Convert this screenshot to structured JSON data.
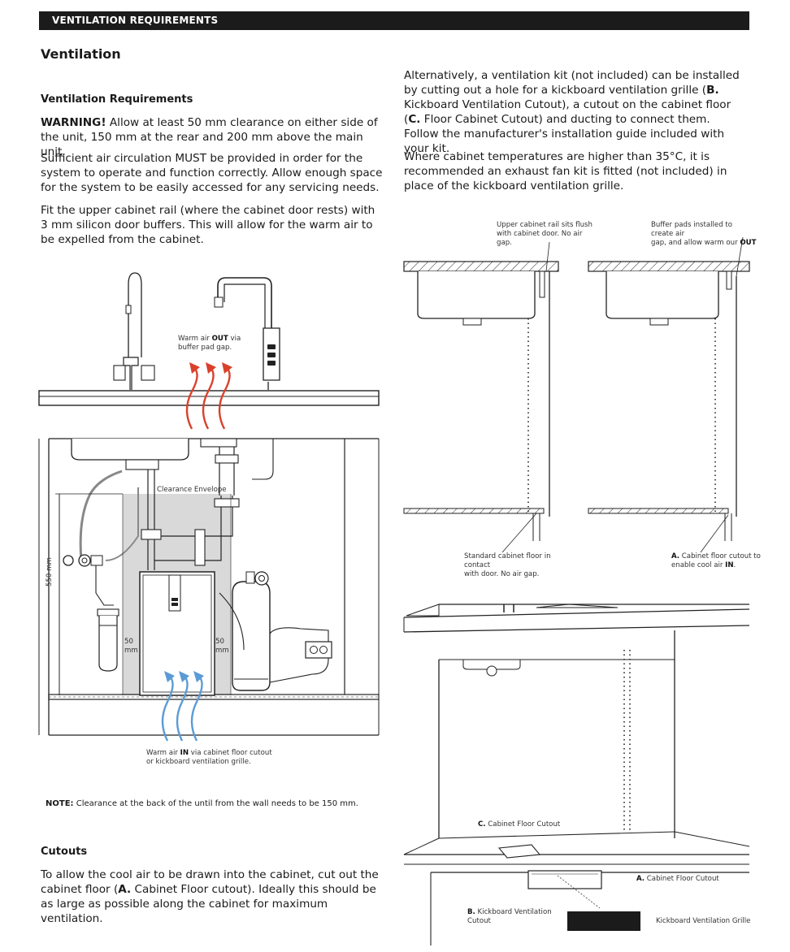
{
  "header": {
    "section_label": "VENTILATION REQUIREMENTS"
  },
  "title": "Ventilation",
  "requirements": {
    "heading": "Ventilation Requirements",
    "warning_strong": "WARNING!",
    "warning_text": " Allow at least 50 mm clearance on either side of the unit, 150 mm at the rear and 200 mm above the main unit.",
    "para_circulation": "Sufficient air circulation MUST be provided in order for the system to operate and function correctly. Allow enough space for the system to be easily accessed for any servicing needs.",
    "para_rail": "Fit the upper cabinet rail (where the cabinet door rests) with 3 mm silicon door buffers. This will allow for the warm air to be expelled from the cabinet."
  },
  "right_column": {
    "kit_1": "Alternatively, a ventilation kit (not included) can be installed by cutting out a hole for a kickboard ventilation grille (",
    "kit_b": "B.",
    "kit_2": " Kickboard Ventilation Cutout), a cutout on the cabinet floor (",
    "kit_c": "C.",
    "kit_3": " Floor Cabinet Cutout) and ducting to connect them. Follow the manufacturer's installation guide included with your kit.",
    "exhaust": "Where cabinet temperatures are higher than 35°C, it is recommended an exhaust fan kit is fitted (not included) in place of the kickboard ventilation grille."
  },
  "diagram_main": {
    "warm_out_1": "Warm air ",
    "warm_out_bold": "OUT",
    "warm_out_2": " via",
    "warm_out_3": "buffer pad gap.",
    "clearance_label": "Clearance Envelope",
    "height_label": "550 mm",
    "side_left_1": "50",
    "side_left_2": "mm",
    "side_right_1": "50",
    "side_right_2": "mm",
    "warm_in_1": "Warm air ",
    "warm_in_bold": "IN",
    "warm_in_2": " via cabinet floor cutout",
    "warm_in_3": "or kickboard ventilation grille."
  },
  "diagram_sides": {
    "upper_left_1": "Upper cabinet rail sits flush",
    "upper_left_2": "with cabinet door. No air gap.",
    "upper_right_1": "Buffer pads installed to create air",
    "upper_right_2": "gap, and allow warm our ",
    "upper_right_bold": "OUT",
    "lower_left_1": "Standard cabinet floor in contact",
    "lower_left_2": "with door. No air gap.",
    "lower_right_bold": "A.",
    "lower_right_1": " Cabinet floor cutout to",
    "lower_right_2": "enable cool air ",
    "lower_right_bold2": "IN",
    "lower_right_3": "."
  },
  "diagram_cabinet": {
    "c_bold": "C.",
    "c_label": " Cabinet Floor Cutout",
    "a_bold": "A.",
    "a_label": " Cabinet Floor Cutout",
    "b_bold": "B.",
    "b_label_1": " Kickboard Ventilation",
    "b_label_2": "Cutout",
    "grille_label": "Kickboard Ventilation Grille"
  },
  "note": {
    "bold": "NOTE:",
    "text": " Clearance at the back of the until from the wall needs to be 150 mm."
  },
  "cutouts": {
    "heading": "Cutouts",
    "text_1": "To allow the cool air to be drawn into the cabinet, cut out the cabinet floor (",
    "text_bold": "A.",
    "text_2": " Cabinet Floor cutout). Ideally this should be as large as possible along the cabinet for maximum ventilation."
  },
  "colors": {
    "warm_arrow": "#d9412b",
    "cool_arrow": "#5b9bd5",
    "clearance": "#d9d9d9",
    "header": "#1b1b1b"
  }
}
